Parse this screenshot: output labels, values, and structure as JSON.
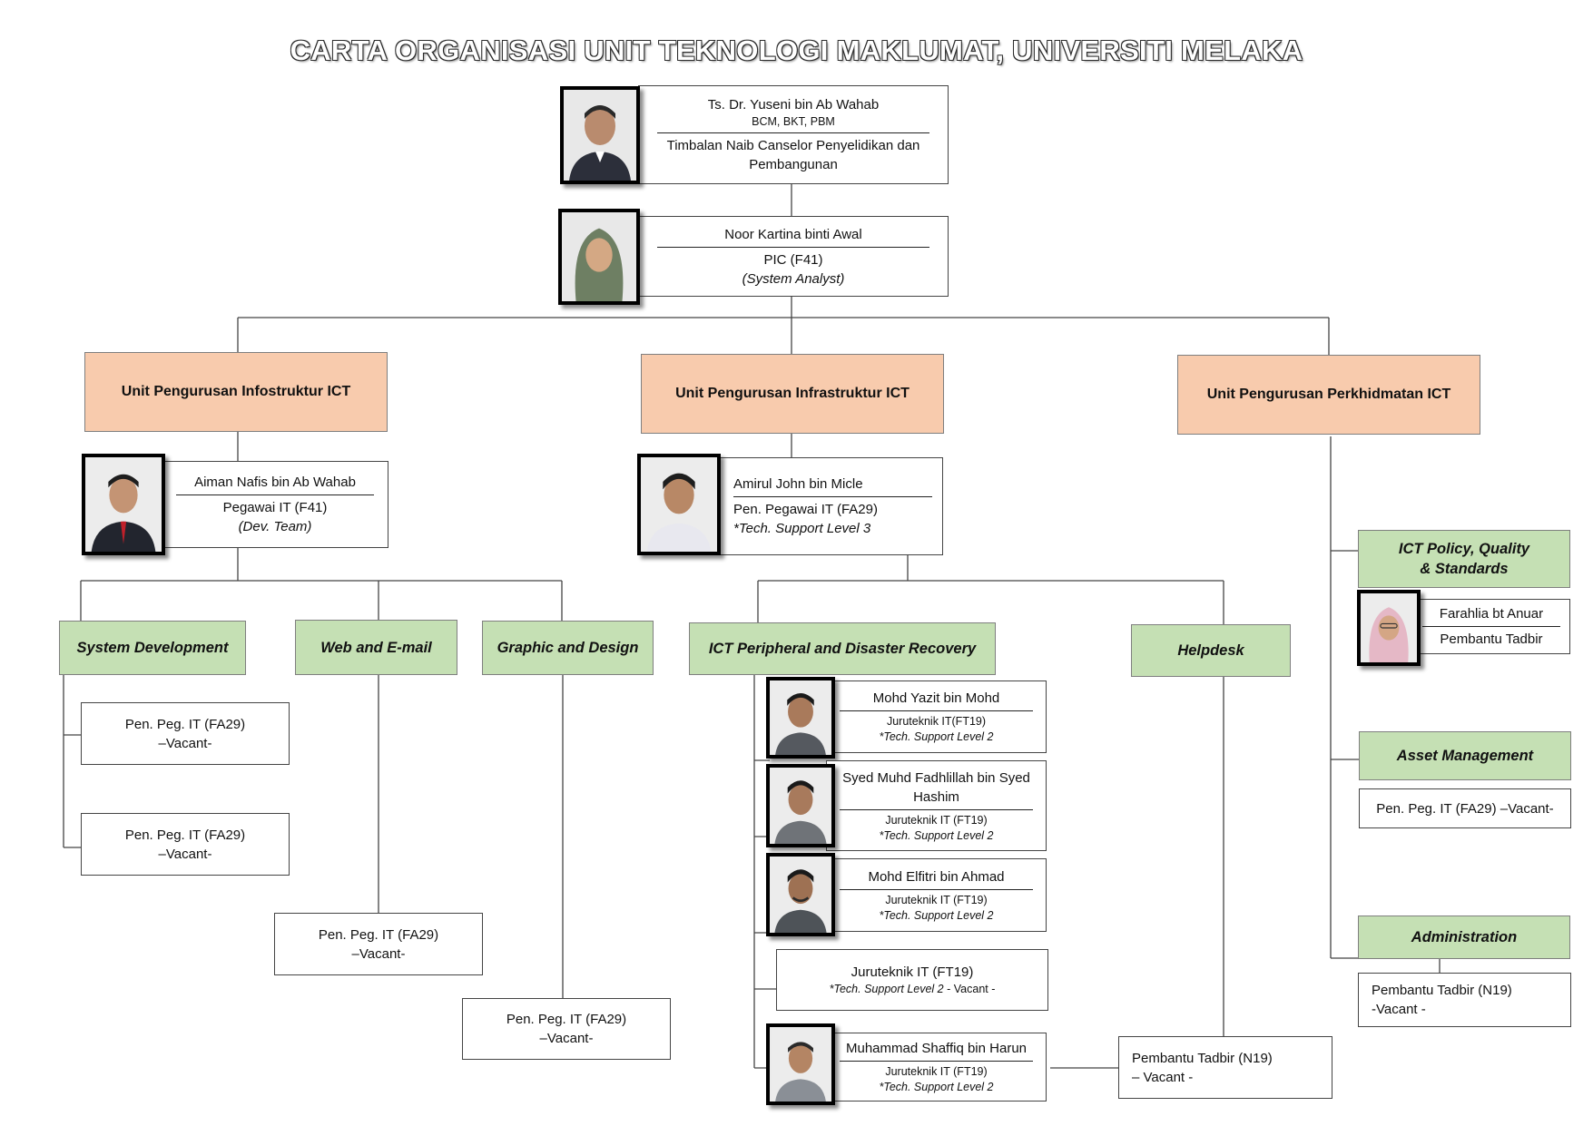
{
  "title": "CARTA ORGANISASI UNIT TEKNOLOGI MAKLUMAT, UNIVERSITI MELAKA",
  "director": {
    "name": "Ts. Dr. Yuseni bin Ab Wahab",
    "honors": "BCM, BKT, PBM",
    "position": "Timbalan Naib Canselor Penyelidikan dan Pembangunan"
  },
  "pic": {
    "name": "Noor Kartina binti Awal",
    "grade": "PIC (F41)",
    "role": "(System Analyst)"
  },
  "units": {
    "infostruktur": "Unit Pengurusan Infostruktur ICT",
    "infrastruktur": "Unit Pengurusan Infrastruktur ICT",
    "perkhidmatan": "Unit Pengurusan Perkhidmatan ICT"
  },
  "aiman": {
    "name": "Aiman Nafis bin Ab Wahab",
    "grade": "Pegawai IT (F41)",
    "role": "(Dev. Team)"
  },
  "amirul": {
    "name": "Amirul John bin Micle",
    "grade": "Pen. Pegawai IT (FA29)",
    "role": "*Tech. Support Level 3"
  },
  "sections": {
    "sysdev": "System Development",
    "web": "Web and E-mail",
    "graphic": "Graphic and Design",
    "peripheral": "ICT Peripheral and Disaster Recovery",
    "helpdesk": "Helpdesk",
    "policy_l1": "ICT Policy, Quality",
    "policy_l2": "& Standards",
    "asset": "Asset Management",
    "admin": "Administration"
  },
  "vacant": {
    "grade": "Pen. Peg. IT (FA29)",
    "label": "–Vacant-"
  },
  "asset_vacant": "Pen. Peg. IT (FA29) –Vacant-",
  "admin_vacant": {
    "grade": "Pembantu Tadbir (N19)",
    "label": "-Vacant -"
  },
  "helpdesk_vacant": {
    "grade": "Pembantu Tadbir (N19)",
    "label": "– Vacant -"
  },
  "farahlia": {
    "name": "Farahlia bt Anuar",
    "grade": "Pembantu Tadbir"
  },
  "techs": {
    "yazit": {
      "name": "Mohd Yazit bin Mohd",
      "grade": "Juruteknik IT(FT19)",
      "role": "*Tech. Support Level 2"
    },
    "syed": {
      "name": "Syed Muhd Fadhlillah bin Syed Hashim",
      "grade": "Juruteknik IT (FT19)",
      "role": "*Tech. Support Level 2"
    },
    "elfitri": {
      "name": "Mohd Elfitri bin Ahmad",
      "grade": "Juruteknik IT (FT19)",
      "role": "*Tech. Support Level 2"
    },
    "vacant_grade": "Juruteknik IT (FT19)",
    "vacant_role": "*Tech. Support Level 2",
    "vacant_label": " - Vacant -",
    "shaffiq": {
      "name": "Muhammad Shaffiq bin Harun",
      "grade": "Juruteknik IT (FT19)",
      "role": "*Tech. Support Level 2"
    }
  }
}
